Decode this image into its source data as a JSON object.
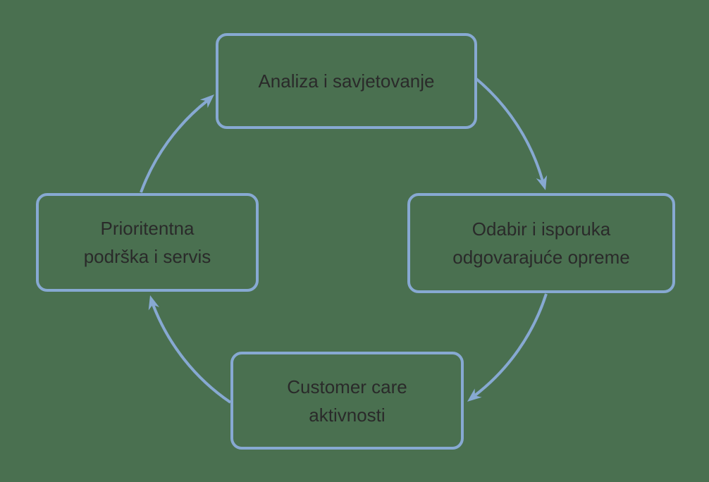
{
  "diagram": {
    "type": "cycle",
    "direction": "clockwise",
    "nodes": [
      {
        "id": "analiza",
        "position": "top",
        "lines": [
          "Analiza i savjetovanje"
        ]
      },
      {
        "id": "odabir",
        "position": "right",
        "lines": [
          "Odabir i isporuka",
          "odgovarajuće opreme"
        ]
      },
      {
        "id": "customer",
        "position": "bottom",
        "lines": [
          "Customer care",
          "aktivnosti"
        ]
      },
      {
        "id": "podrska",
        "position": "left",
        "lines": [
          "Prioritentna",
          "podrška i servis"
        ]
      }
    ],
    "arrows": [
      {
        "from": "analiza",
        "to": "odabir"
      },
      {
        "from": "odabir",
        "to": "customer"
      },
      {
        "from": "customer",
        "to": "podrska"
      },
      {
        "from": "podrska",
        "to": "analiza"
      }
    ]
  },
  "colors": {
    "background": "#4a7050",
    "node_border": "#87a9d2",
    "arrow": "#87a9d2",
    "text": "#2a2a2a"
  }
}
